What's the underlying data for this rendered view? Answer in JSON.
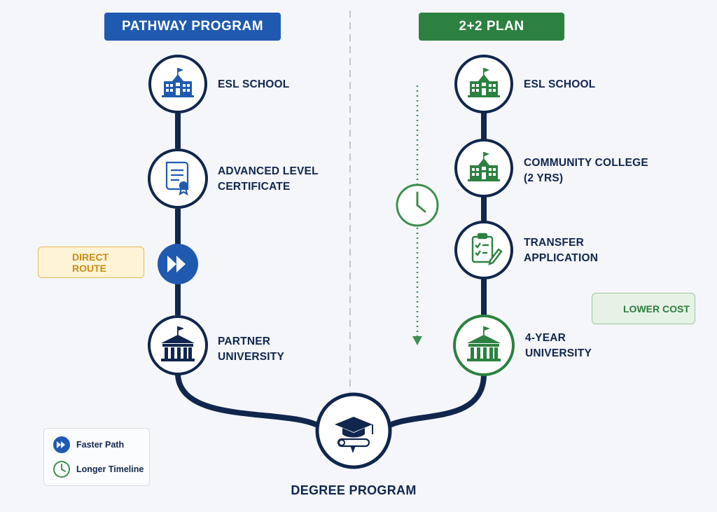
{
  "headers": {
    "left": "PATHWAY PROGRAM",
    "right": "2+2 PLAN"
  },
  "left_path": {
    "steps": [
      {
        "icon": "school-building-icon",
        "lines": [
          "ESL SCHOOL"
        ]
      },
      {
        "icon": "certificate-icon",
        "lines": [
          "ADVANCED LEVEL",
          "CERTIFICATE"
        ]
      },
      {
        "icon": "university-building-icon",
        "lines": [
          "PARTNER",
          "UNIVERSITY"
        ]
      }
    ],
    "badge": "DIRECT ROUTE"
  },
  "right_path": {
    "steps": [
      {
        "icon": "school-building-icon",
        "lines": [
          "ESL SCHOOL"
        ]
      },
      {
        "icon": "college-building-icon",
        "lines": [
          "COMMUNITY COLLEGE",
          "(2 YRS)"
        ]
      },
      {
        "icon": "clipboard-application-icon",
        "lines": [
          "TRANSFER",
          "APPLICATION"
        ]
      },
      {
        "icon": "university-building-icon",
        "lines": [
          "4-YEAR",
          "UNIVERSITY"
        ]
      }
    ],
    "badge": "LOWER COST"
  },
  "destination": {
    "icon": "graduation-cap-diploma-icon",
    "label": "DEGREE PROGRAM"
  },
  "legend": {
    "items": [
      {
        "icon": "fast-forward-icon",
        "label": "Faster Path"
      },
      {
        "icon": "clock-icon",
        "label": "Longer Timeline"
      }
    ]
  },
  "colors": {
    "navy": "#10264d",
    "blue": "#1f5ab0",
    "green": "#2c8140",
    "gold": "#c98c12"
  }
}
